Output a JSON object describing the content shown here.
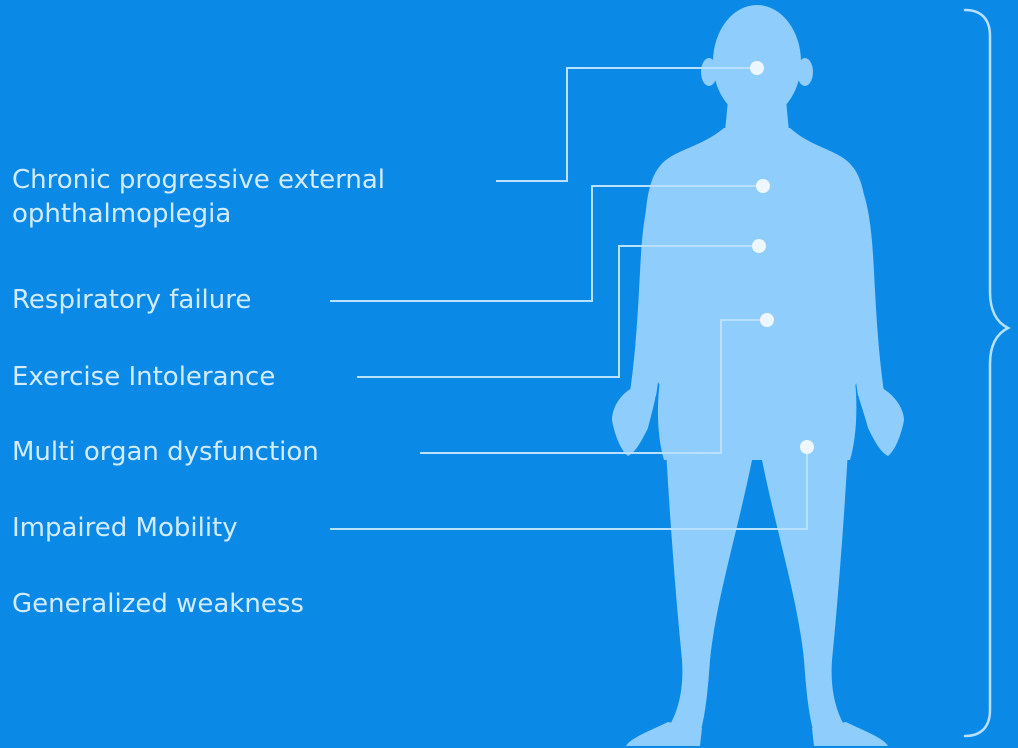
{
  "colors": {
    "background": "#0a8ae6",
    "figure": "#8fcdfc",
    "text": "#d3ebff",
    "lines": "#b9e0ff"
  },
  "symptoms": [
    {
      "line1": "Chronic progressive external",
      "line2": "ophthalmoplegia",
      "body_site": "head"
    },
    {
      "line1": "Respiratory failure",
      "body_site": "chest"
    },
    {
      "line1": "Exercise Intolerance",
      "body_site": "upper-abdomen"
    },
    {
      "line1": "Multi organ dysfunction",
      "body_site": "lower-abdomen"
    },
    {
      "line1": "Impaired Mobility",
      "body_site": "thigh"
    },
    {
      "line1": "Generalized weakness"
    }
  ],
  "icons": [
    "human-body-silhouette-icon",
    "curly-brace-icon"
  ]
}
